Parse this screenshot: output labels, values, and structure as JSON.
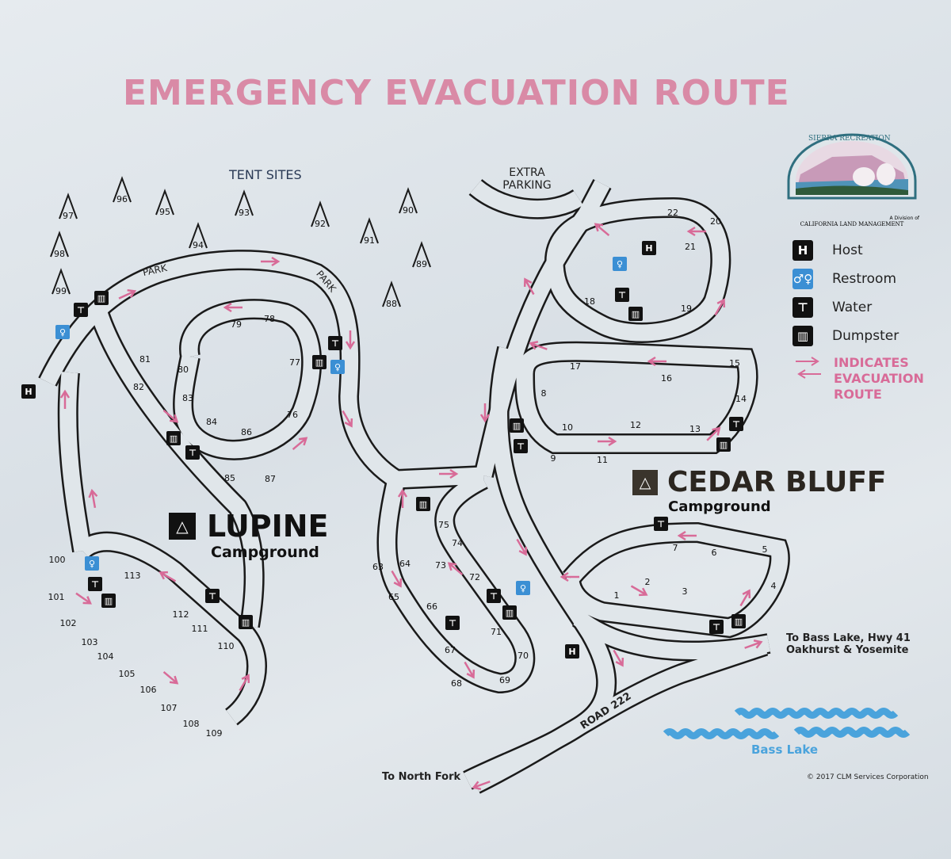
{
  "title": "EMERGENCY EVACUATION ROUTE",
  "labels": {
    "tent_sites": "TENT SITES",
    "extra_parking": "EXTRA PARKING",
    "park": "PARK",
    "to_bass_lake_1": "To Bass Lake, Hwy 41",
    "to_bass_lake_2": "Oakhurst & Yosemite",
    "to_north_fork": "To North Fork",
    "road_222": "ROAD 222",
    "bass_lake": "Bass Lake",
    "copyright": "© 2017 CLM Services Corporation"
  },
  "campgrounds": {
    "lupine": {
      "name": "LUPINE",
      "sub": "Campground"
    },
    "cedar_bluff": {
      "name": "CEDAR BLUFF",
      "sub": "Campground"
    }
  },
  "logo": {
    "arc_text": "SIERRA RECREATION",
    "division": "A Division of",
    "company": "CALIFORNIA LAND MANAGEMENT"
  },
  "legend": {
    "host": "Host",
    "restroom": "Restroom",
    "water": "Water",
    "dumpster": "Dumpster",
    "evac": [
      "INDICATES",
      "EVACUATION",
      "ROUTE"
    ]
  },
  "colors": {
    "road": "#1a1a1a",
    "evacuation_arrow": "#d86b98",
    "title": "#d98aa6",
    "restroom": "#3b8fd4",
    "lake": "#4aa3dc"
  },
  "sites": {
    "tent": [
      "97",
      "96",
      "95",
      "93",
      "94",
      "92",
      "91",
      "90",
      "89",
      "88",
      "98",
      "99"
    ],
    "lupine": [
      "78",
      "79",
      "81",
      "80",
      "82",
      "83",
      "84",
      "86",
      "85",
      "87",
      "76",
      "77",
      "100",
      "101",
      "102",
      "103",
      "104",
      "105",
      "106",
      "107",
      "108",
      "109",
      "110",
      "111",
      "112",
      "113"
    ],
    "middle": [
      "75",
      "74",
      "73",
      "72",
      "64",
      "63",
      "65",
      "66",
      "67",
      "71",
      "70",
      "68",
      "69"
    ],
    "cedar_bluff": [
      "22",
      "20",
      "21",
      "18",
      "19",
      "17",
      "16",
      "15",
      "14",
      "8",
      "10",
      "12",
      "13",
      "9",
      "11",
      "7",
      "6",
      "5",
      "4",
      "2",
      "3",
      "1"
    ]
  }
}
